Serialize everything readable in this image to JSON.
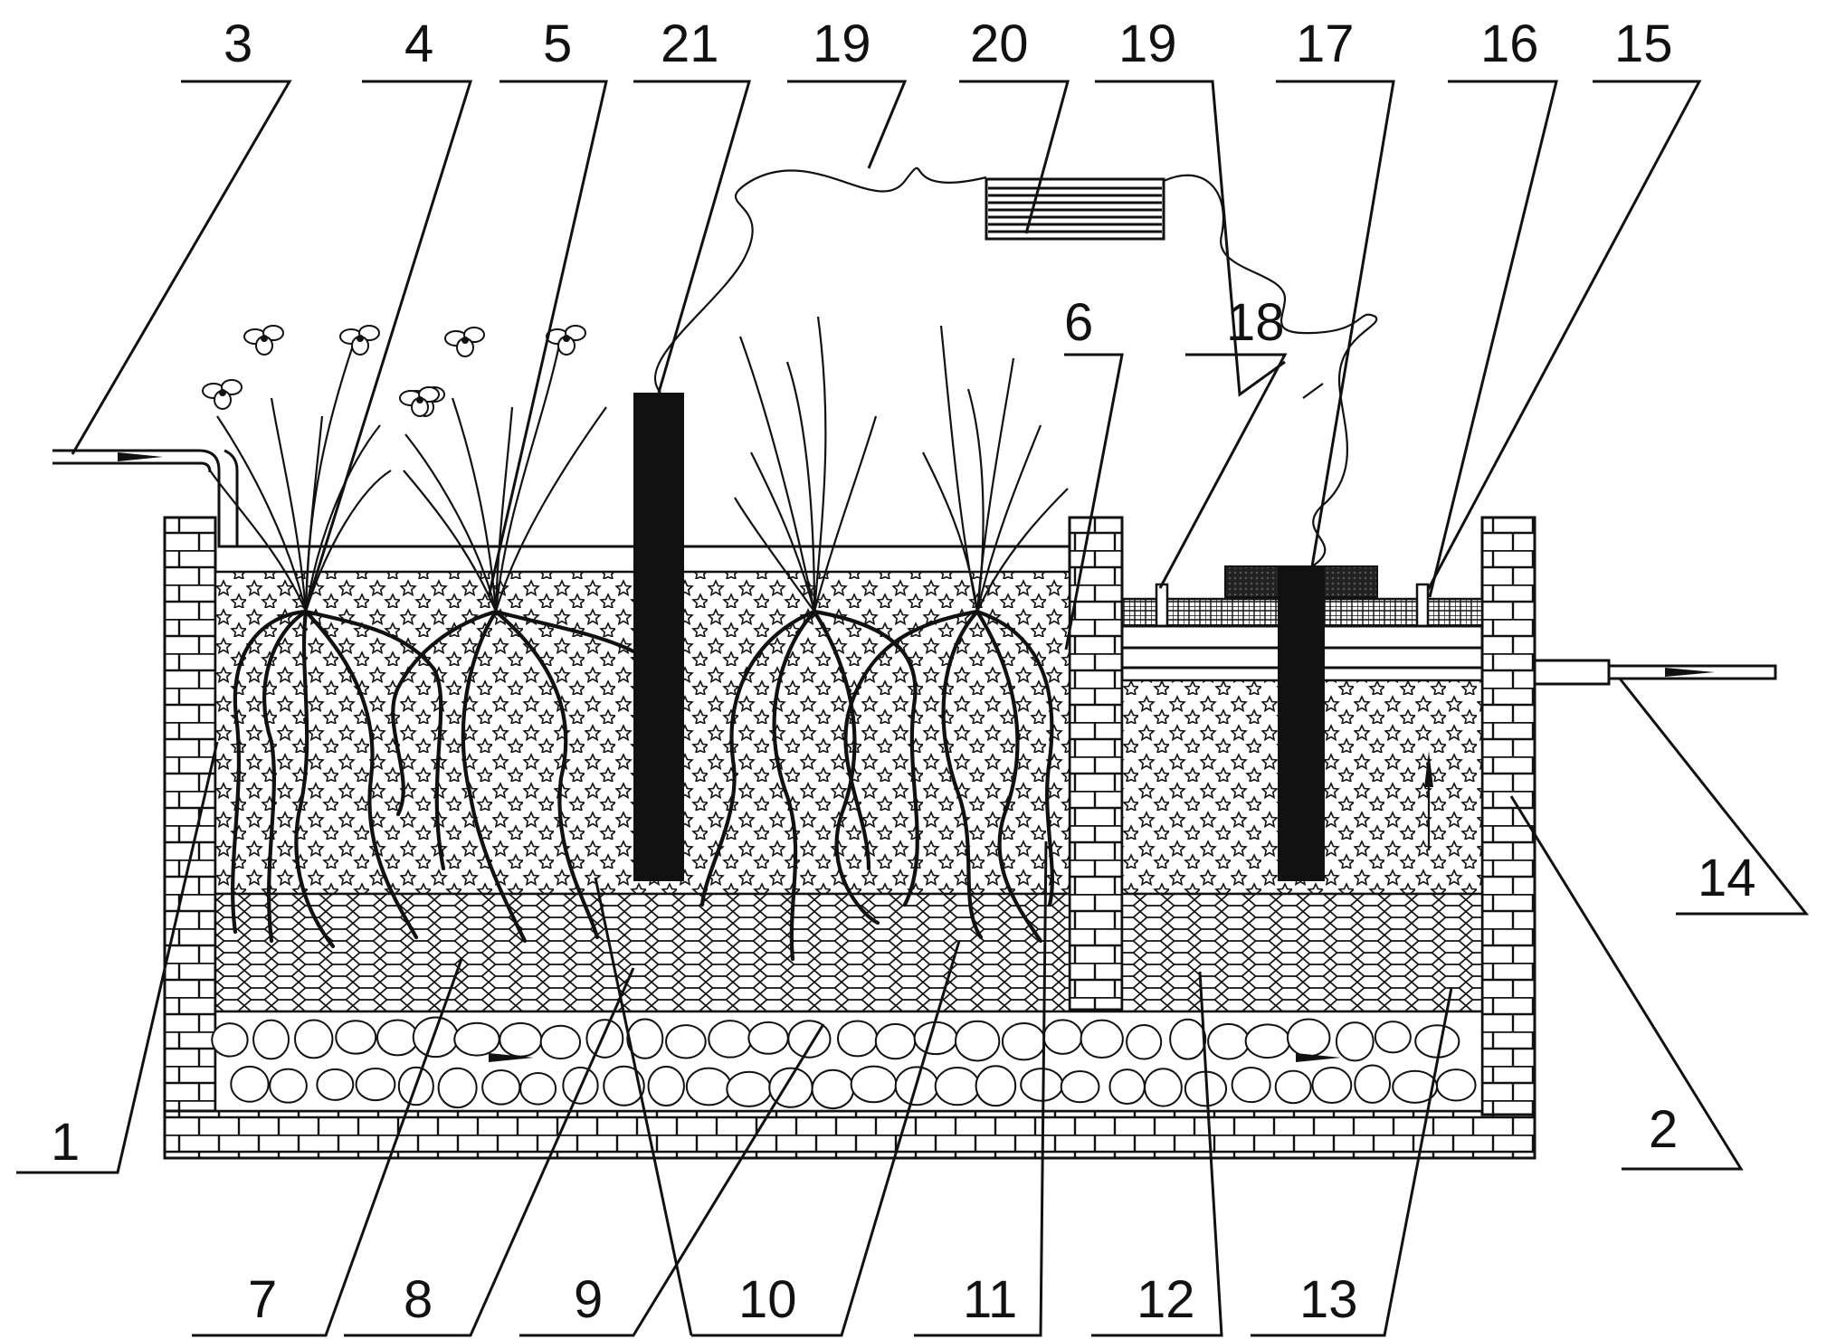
{
  "diagram": {
    "labels": [
      {
        "key": "l3",
        "text": "3"
      },
      {
        "key": "l4",
        "text": "4"
      },
      {
        "key": "l5",
        "text": "5"
      },
      {
        "key": "l21",
        "text": "21"
      },
      {
        "key": "l19a",
        "text": "19"
      },
      {
        "key": "l20",
        "text": "20"
      },
      {
        "key": "l19b",
        "text": "19"
      },
      {
        "key": "l17",
        "text": "17"
      },
      {
        "key": "l16",
        "text": "16"
      },
      {
        "key": "l15",
        "text": "15"
      },
      {
        "key": "l18",
        "text": "18"
      },
      {
        "key": "l6",
        "text": "6"
      },
      {
        "key": "l14",
        "text": "14"
      },
      {
        "key": "l2",
        "text": "2"
      },
      {
        "key": "l1",
        "text": "1"
      },
      {
        "key": "l7",
        "text": "7"
      },
      {
        "key": "l8",
        "text": "8"
      },
      {
        "key": "l9",
        "text": "9"
      },
      {
        "key": "l10",
        "text": "10"
      },
      {
        "key": "l11",
        "text": "11"
      },
      {
        "key": "l12",
        "text": "12"
      },
      {
        "key": "l13",
        "text": "13"
      }
    ]
  }
}
